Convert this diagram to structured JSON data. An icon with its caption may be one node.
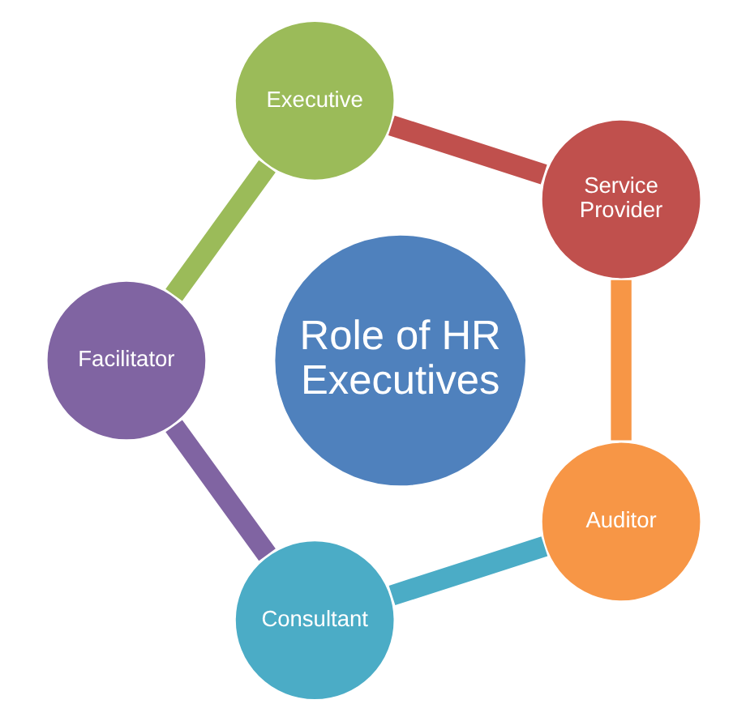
{
  "diagram": {
    "nodes": [
      {
        "text": [
          "Role of HR Executives"
        ]
      },
      {
        "text": [
          "Service Provider"
        ]
      },
      {
        "text": [
          "Executive"
        ]
      },
      {
        "text": [
          "Facilitator"
        ]
      },
      {
        "text": [
          "Consultant"
        ]
      },
      {
        "text": [
          "Auditor"
        ]
      }
    ],
    "edges": [
      {
        "from": 1,
        "to": 2,
        "arrow": "none",
        "color": "#c0504d"
      },
      {
        "from": 2,
        "to": 3,
        "arrow": "none",
        "color": "#9bbb59"
      },
      {
        "from": 3,
        "to": 4,
        "arrow": "none",
        "color": "#8064a2"
      },
      {
        "from": 4,
        "to": 5,
        "arrow": "none",
        "color": "#4bacc6"
      },
      {
        "from": 5,
        "to": 1,
        "arrow": "none",
        "color": "#f79646"
      }
    ]
  }
}
